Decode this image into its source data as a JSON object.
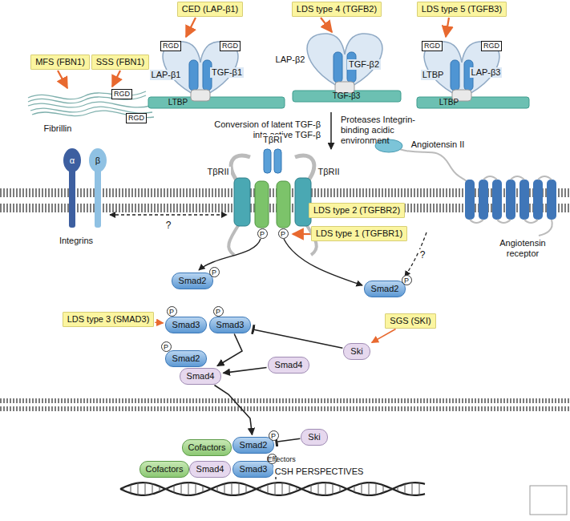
{
  "diagram": {
    "nodes": [
      {
        "text": [
          "MFS (FBN1)"
        ]
      },
      {
        "text": [
          "SSS (FBN1)"
        ]
      },
      {
        "text": [
          "CED (LAP-β1)"
        ]
      },
      {
        "text": [
          "LDS type 4 (TGFB2)"
        ]
      },
      {
        "text": [
          "LDS type 5 (TGFB3)"
        ]
      },
      {
        "text": [
          "RGD"
        ]
      },
      {
        "text": [
          "RGD"
        ]
      },
      {
        "text": [
          "RGD"
        ]
      },
      {
        "text": [
          "RGD"
        ]
      },
      {
        "text": [
          "RGD"
        ]
      },
      {
        "text": [
          "RGD"
        ]
      },
      {
        "text": [
          "LDS type 2 (TGFBR2)"
        ]
      },
      {
        "text": [
          "LDS type 1 (TGFBR1)"
        ]
      },
      {
        "text": [
          "Smad2"
        ]
      },
      {
        "text": [
          "Smad2"
        ]
      },
      {
        "text": [
          "LDS type 3 (SMAD3)"
        ]
      },
      {
        "text": [
          "Smad3"
        ]
      },
      {
        "text": [
          "Smad3"
        ]
      },
      {
        "text": [
          "Ski"
        ]
      },
      {
        "text": [
          "SGS (SKI)"
        ]
      },
      {
        "text": [
          "Smad4"
        ]
      },
      {
        "text": [
          "Smad2"
        ]
      },
      {
        "text": [
          "Smad4"
        ]
      },
      {
        "text": [
          "Ski"
        ]
      },
      {
        "text": [
          "Cofactors"
        ]
      },
      {
        "text": [
          "Smad2"
        ]
      },
      {
        "text": [
          "Cofactors"
        ]
      },
      {
        "text": [
          "Smad4"
        ]
      },
      {
        "text": [
          "Smad3"
        ]
      }
    ],
    "edges": [
      {
        "from": 15,
        "to": 16,
        "arrow": "to"
      },
      {
        "from": 19,
        "to": 18,
        "arrow": "to"
      },
      {
        "from": 18,
        "to": 17,
        "arrow": "none"
      },
      {
        "from": 17,
        "to": 22,
        "arrow": "to"
      },
      {
        "from": 20,
        "to": 22,
        "arrow": "to"
      },
      {
        "from": 22,
        "to": 25,
        "arrow": "to"
      },
      {
        "from": 23,
        "to": 25,
        "arrow": "none"
      }
    ],
    "labels": [
      "LAP-β1",
      "TGF-β1",
      "LTBP",
      "LAP-β2",
      "TGF-β2",
      "LTBP",
      "LAP-β3",
      "TGF-β3",
      "LTBP",
      "Fibrillin",
      "Conversion of latent TGF-β into active TGF-β",
      "Proteases Integrin-binding acidic environment",
      "Angiotensin II",
      "TβRII",
      "TβRI",
      "TβRII",
      "Integrins",
      "α",
      "β",
      "?",
      "?",
      "Angiotensin receptor",
      "P",
      "P",
      "P",
      "P",
      "P",
      "P",
      "P",
      "P",
      "Effectors",
      "CSH PERSPECTIVES"
    ]
  }
}
